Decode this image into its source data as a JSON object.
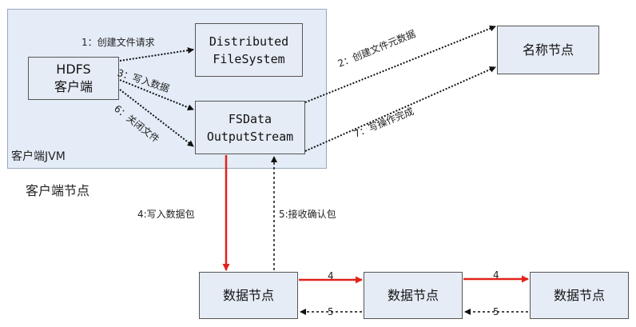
{
  "client_node": {
    "region_label": "客户端JVM",
    "node_label": "客户端节点"
  },
  "boxes": {
    "hdfs_client": {
      "line1": "HDFS",
      "line2": "客户端"
    },
    "distributed_fs": {
      "line1": "Distributed",
      "line2": "FileSystem"
    },
    "fsdata_output": {
      "line1": "FSData",
      "line2": "OutputStream"
    },
    "name_node": {
      "label": "名称节点"
    },
    "data_node_1": {
      "label": "数据节点"
    },
    "data_node_2": {
      "label": "数据节点"
    },
    "data_node_3": {
      "label": "数据节点"
    }
  },
  "steps": {
    "s1": "1：创建文件请求",
    "s2": "2：创建文件元数据",
    "s3": "3：写入数据",
    "s4": "4:写入数据包",
    "s5": "5:接收确认包",
    "s6": "6：关闭文件",
    "s7": "7：写操作完成",
    "pipe_4a": "4",
    "pipe_4b": "4",
    "pipe_5a": "5",
    "pipe_5b": "5"
  },
  "colors": {
    "write_arrow": "#e0231b",
    "dotted_arrow": "#111111",
    "box_fill": "#e6ecf6",
    "region_fill": "#e4ecf7"
  }
}
